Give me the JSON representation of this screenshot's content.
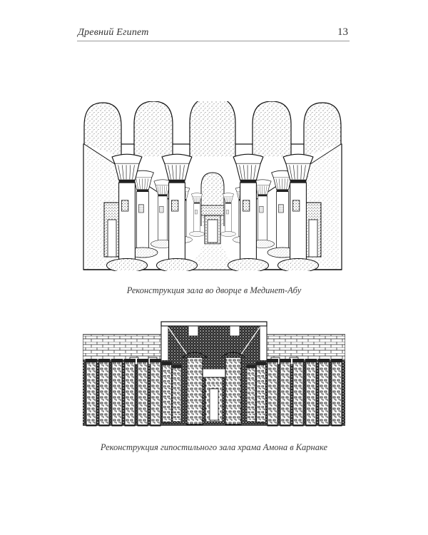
{
  "header": {
    "running_title": "Древний Египет",
    "page_number": "13"
  },
  "figures": [
    {
      "subject": "hypostyle-hall-reconstruction-medinet-habu-palace",
      "caption": "Реконструкция зала во дворце в Мединет-Абу"
    },
    {
      "subject": "hypostyle-hall-reconstruction-karnak-temple-of-amun",
      "caption": "Реконструкция гипостильного зала храма Амона в Карнаке"
    }
  ],
  "colors": {
    "paper": "#ffffff",
    "ink": "#1a1a1a",
    "rule": "#9a9a9a"
  }
}
